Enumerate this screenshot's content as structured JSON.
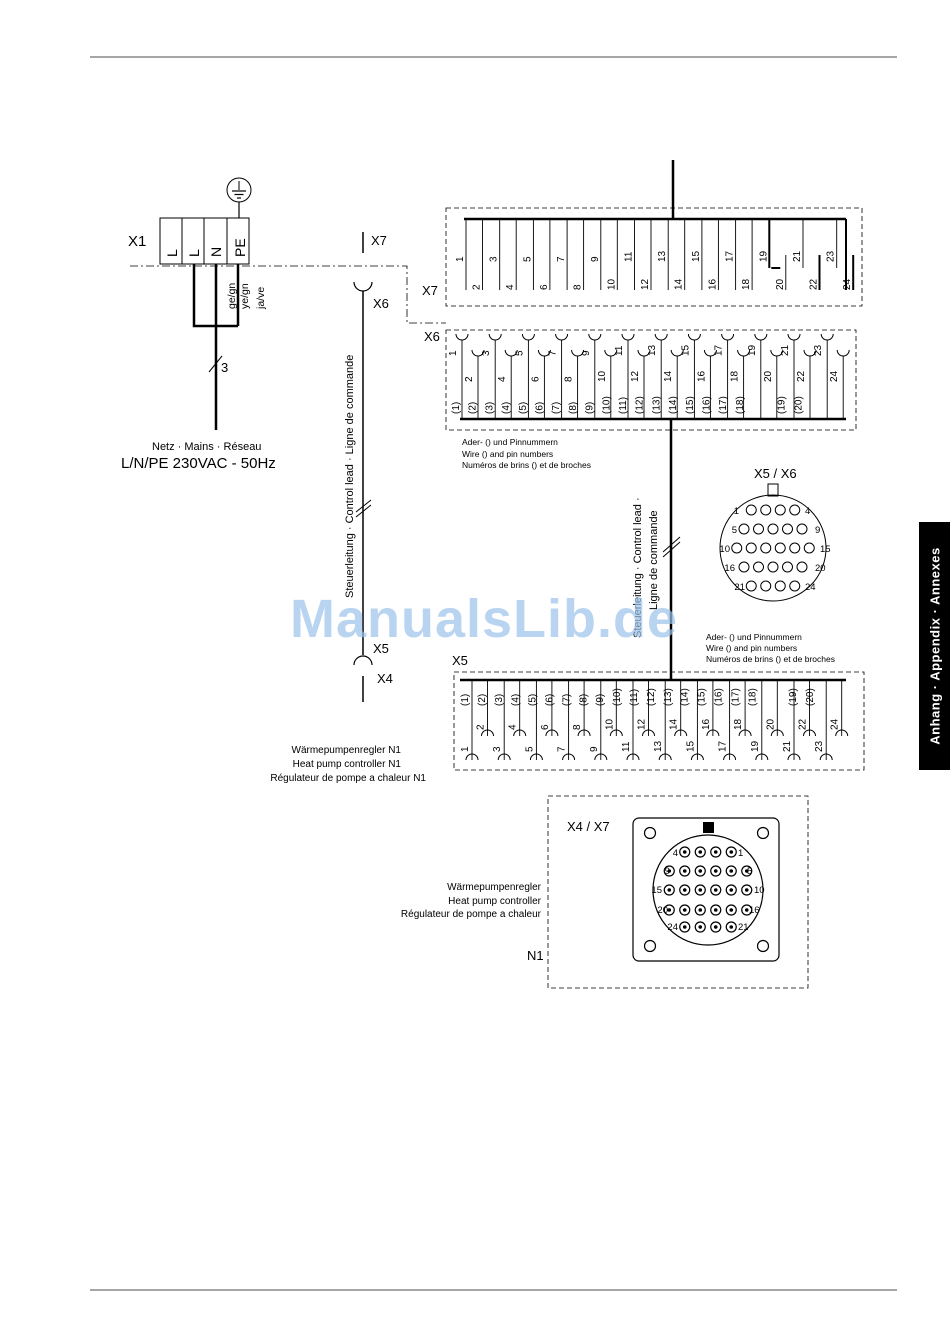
{
  "side_tab": "Anhang · Appendix · Annexes",
  "watermark": "ManualsLib.de",
  "mains": {
    "connector": "X1",
    "terminals": [
      "L",
      "L",
      "N",
      "PE"
    ],
    "wire_colors": [
      "ge/gn",
      "ye/gn",
      "ja/ve"
    ],
    "wire_count": "3",
    "label": "Netz · Mains · Réseau",
    "spec": "L/N/PE 230VAC - 50Hz"
  },
  "left_lead": {
    "top_connector": "X7",
    "mid_connector": "X6",
    "cable_label": "Steuerleitung · Control lead · Ligne de commande",
    "bottom_mid": "X5",
    "bottom_connector": "X4",
    "controller_label": [
      "Wärmepumpenregler N1",
      "Heat pump controller N1",
      "Régulateur de pompe a chaleur N1"
    ]
  },
  "x7": {
    "label": "X7",
    "top_row": [
      "1",
      "3",
      "5",
      "7",
      "9",
      "11",
      "13",
      "15",
      "17",
      "19",
      "21",
      "23"
    ],
    "bottom_row": [
      "2",
      "4",
      "6",
      "8",
      "10",
      "12",
      "14",
      "16",
      "18",
      "20",
      "22",
      "24"
    ]
  },
  "x6": {
    "label": "X6",
    "odd_pins": [
      "1",
      "3",
      "5",
      "7",
      "9",
      "11",
      "13",
      "15",
      "17",
      "19",
      "21",
      "23"
    ],
    "even_pins": [
      "2",
      "4",
      "6",
      "8",
      "10",
      "12",
      "14",
      "16",
      "18",
      "20",
      "22",
      "24"
    ],
    "wire_numbers": [
      "(1)",
      "(2)",
      "(3)",
      "(4)",
      "(5)",
      "(6)",
      "(7)",
      "(8)",
      "(9)",
      "(10)",
      "(11)",
      "(12)",
      "(13)",
      "(14)",
      "(15)",
      "(16)",
      "(17)",
      "(18)",
      "(19)",
      "(20)"
    ],
    "note": [
      "Ader- () und Pinnummern",
      "Wire () and pin numbers",
      "Numéros de brins () et de broches"
    ]
  },
  "center_cable_label": [
    "Steuerleitung · Control lead ·",
    "Ligne de commande"
  ],
  "x5x6_face": {
    "title": "X5 / X6",
    "row_labels": [
      [
        "1",
        "4"
      ],
      [
        "5",
        "9"
      ],
      [
        "10",
        "15"
      ],
      [
        "16",
        "20"
      ],
      [
        "21",
        "24"
      ]
    ]
  },
  "x5_note": [
    "Ader- () und Pinnummern",
    "Wire () and pin numbers",
    "Numéros de brins () et de broches"
  ],
  "x5": {
    "label": "X5",
    "wire_numbers": [
      "(1)",
      "(2)",
      "(3)",
      "(4)",
      "(5)",
      "(6)",
      "(7)",
      "(8)",
      "(9)",
      "(10)",
      "(11)",
      "(12)",
      "(13)",
      "(14)",
      "(15)",
      "(16)",
      "(17)",
      "(18)",
      "(19)",
      "(20)"
    ],
    "even_pins": [
      "2",
      "4",
      "6",
      "8",
      "10",
      "12",
      "14",
      "16",
      "18",
      "20",
      "22",
      "24"
    ],
    "odd_pins": [
      "1",
      "3",
      "5",
      "7",
      "9",
      "11",
      "13",
      "15",
      "17",
      "19",
      "21",
      "23"
    ]
  },
  "x4x7_face": {
    "title": "X4 / X7",
    "row_labels": [
      [
        "4",
        "1"
      ],
      [
        "9",
        "5"
      ],
      [
        "15",
        "10"
      ],
      [
        "20",
        "16"
      ],
      [
        "24",
        "21"
      ]
    ],
    "controller_label": [
      "Wärmepumpenregler",
      "Heat pump controller",
      "Régulateur de pompe a chaleur"
    ],
    "unit": "N1"
  }
}
